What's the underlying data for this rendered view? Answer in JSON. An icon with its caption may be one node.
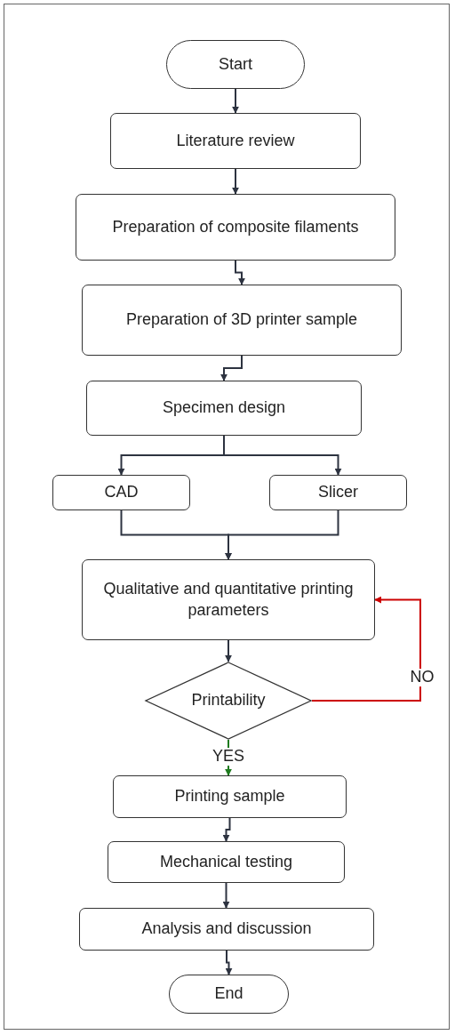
{
  "diagram": {
    "nodes": [
      {
        "text": [
          "Start"
        ]
      },
      {
        "text": [
          "Literature review"
        ]
      },
      {
        "text": [
          "Preparation of composite filaments"
        ]
      },
      {
        "text": [
          "Preparation of 3D printer sample"
        ]
      },
      {
        "text": [
          "Specimen design"
        ]
      },
      {
        "text": [
          "CAD"
        ]
      },
      {
        "text": [
          "Slicer"
        ]
      },
      {
        "text": [
          "Qualitative and quantitative printing parameters"
        ]
      },
      {
        "text": [
          "Printability"
        ]
      },
      {
        "text": [
          "Printing sample"
        ]
      },
      {
        "text": [
          "Mechanical testing"
        ]
      },
      {
        "text": [
          "Analysis and discussion"
        ]
      },
      {
        "text": [
          "End"
        ]
      }
    ],
    "edges": [
      {
        "from": 0,
        "to": 1,
        "arrow": "to"
      },
      {
        "from": 1,
        "to": 2,
        "arrow": "to"
      },
      {
        "from": 2,
        "to": 3,
        "arrow": "to"
      },
      {
        "from": 3,
        "to": 4,
        "arrow": "to"
      },
      {
        "from": 4,
        "to": 5,
        "arrow": "to"
      },
      {
        "from": 4,
        "to": 6,
        "arrow": "to"
      },
      {
        "from": 5,
        "to": 7,
        "arrow": "to"
      },
      {
        "from": 6,
        "to": 7,
        "arrow": "to"
      },
      {
        "from": 7,
        "to": 8,
        "arrow": "to"
      },
      {
        "from": 8,
        "to": 9,
        "arrow": "to",
        "label": "YES",
        "color": "#1e7a1e"
      },
      {
        "from": 8,
        "to": 7,
        "arrow": "to",
        "label": "NO",
        "color": "#cc0000"
      },
      {
        "from": 9,
        "to": 10,
        "arrow": "to"
      },
      {
        "from": 10,
        "to": 11,
        "arrow": "to"
      },
      {
        "from": 11,
        "to": 12,
        "arrow": "to"
      }
    ]
  }
}
